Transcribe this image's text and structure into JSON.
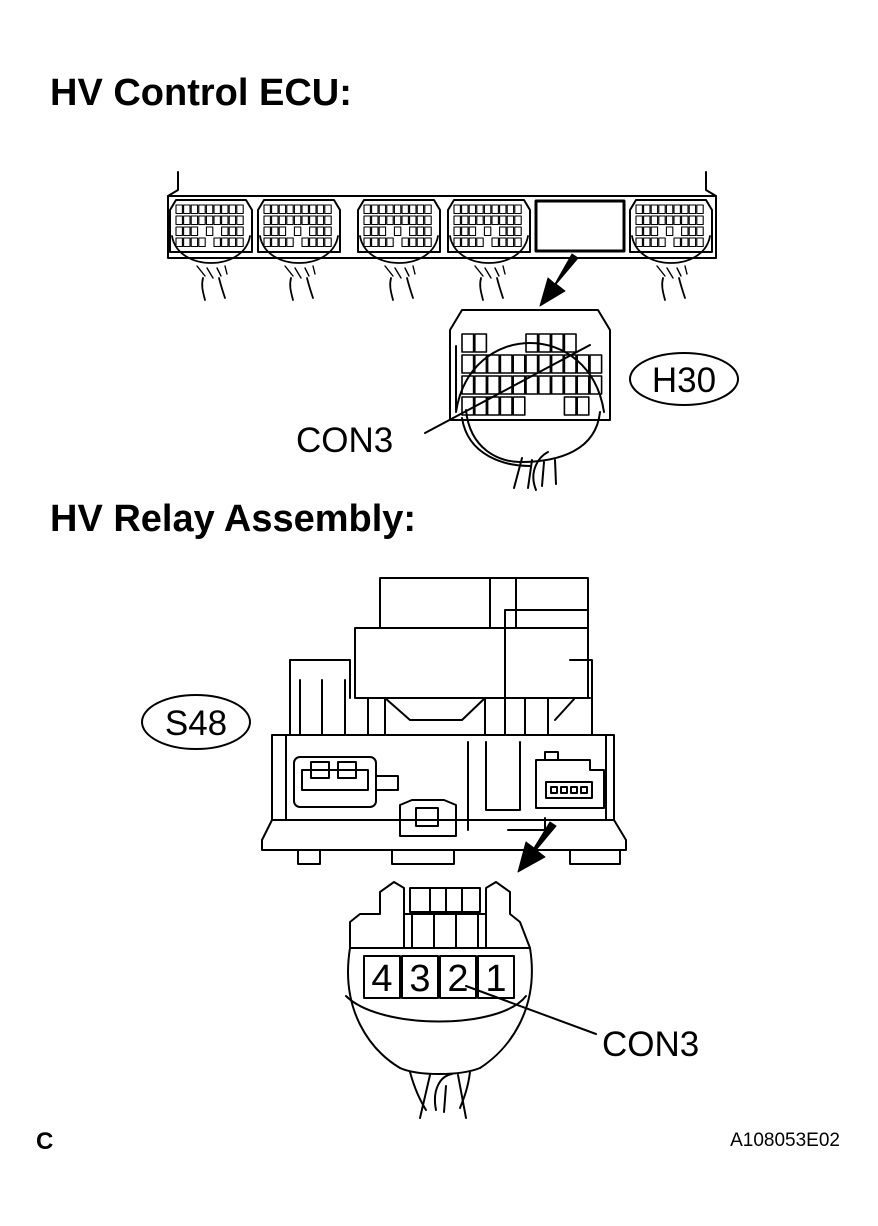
{
  "headings": {
    "ecu": "HV Control ECU:",
    "relay": "HV Relay Assembly:"
  },
  "labels": {
    "ecu_connector_code": "H30",
    "ecu_connector_name": "CON3",
    "relay_connector_code": "S48",
    "relay_connector_name": "CON3"
  },
  "relay_pins": [
    "4",
    "3",
    "2",
    "1"
  ],
  "footer": {
    "left": "C",
    "right": "A108053E02"
  }
}
